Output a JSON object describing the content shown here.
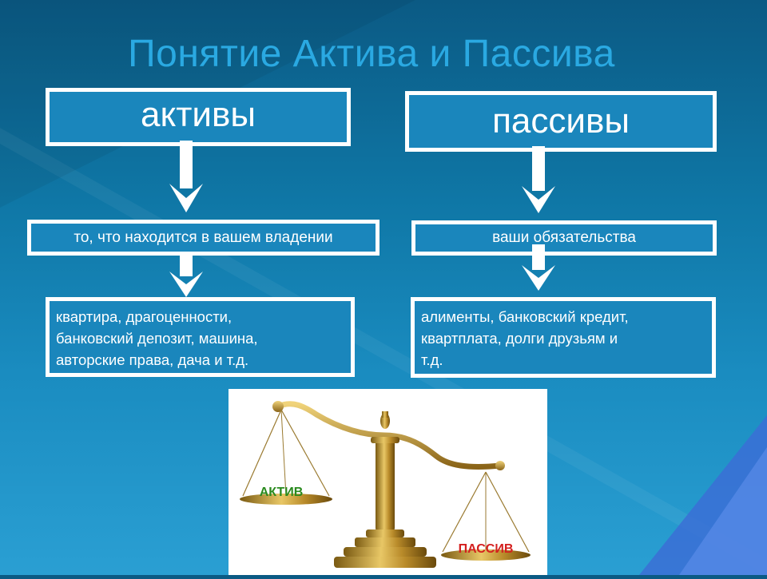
{
  "title": "Понятие Актива и Пассива",
  "left": {
    "heading": "активы",
    "definition": "то, что находится в вашем владении",
    "examples": [
      "квартира, драгоценности,",
      "банковский депозит, машина,",
      "авторские права, дача и т.д."
    ]
  },
  "right": {
    "heading": "пассивы",
    "definition": "ваши обязательства",
    "examples": [
      "алименты, банковский кредит,",
      "квартплата, долги друзьям и",
      "т.д."
    ]
  },
  "scale": {
    "left_label": "АКТИВ",
    "right_label": "ПАССИВ",
    "left_label_color": "#2a8a1e",
    "right_label_color": "#d4201f"
  }
}
